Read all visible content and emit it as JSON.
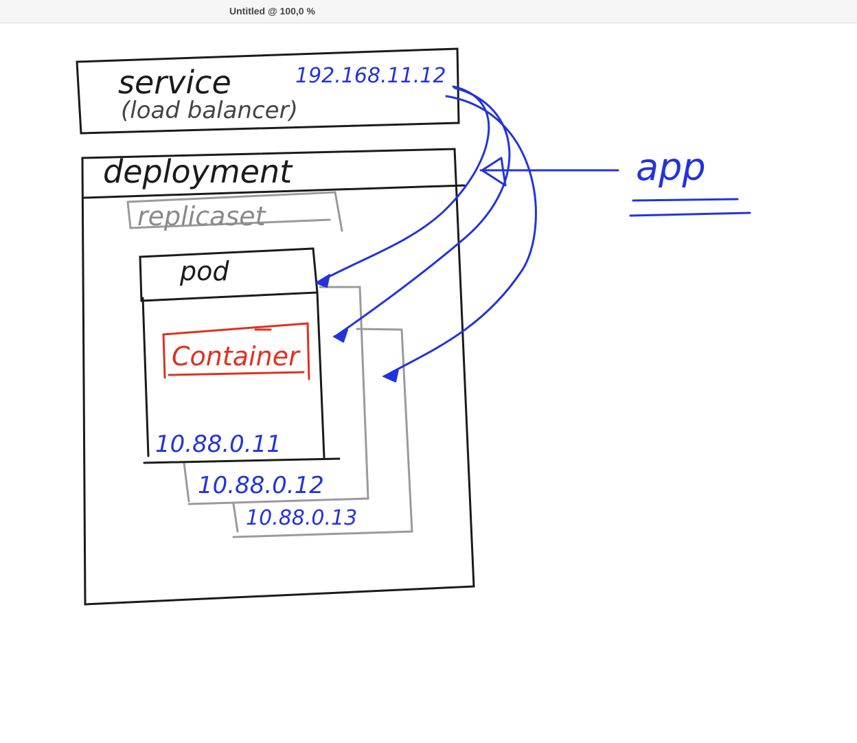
{
  "window": {
    "title": "Untitled @ 100,0 %"
  },
  "diagram": {
    "service": {
      "label": "service",
      "sublabel": "(load balancer)",
      "ip": "192.168.11.12"
    },
    "deployment": {
      "label": "deployment"
    },
    "replicaset": {
      "label": "replicaset"
    },
    "pod": {
      "label": "pod",
      "container_label": "Container",
      "ips": [
        "10.88.0.11",
        "10.88.0.12",
        "10.88.0.13"
      ]
    },
    "app": {
      "label": "app"
    }
  },
  "colors": {
    "ink": "#1a1a1a",
    "grey": "#9a9a9a",
    "blue": "#2233dd",
    "red": "#e0301e"
  }
}
